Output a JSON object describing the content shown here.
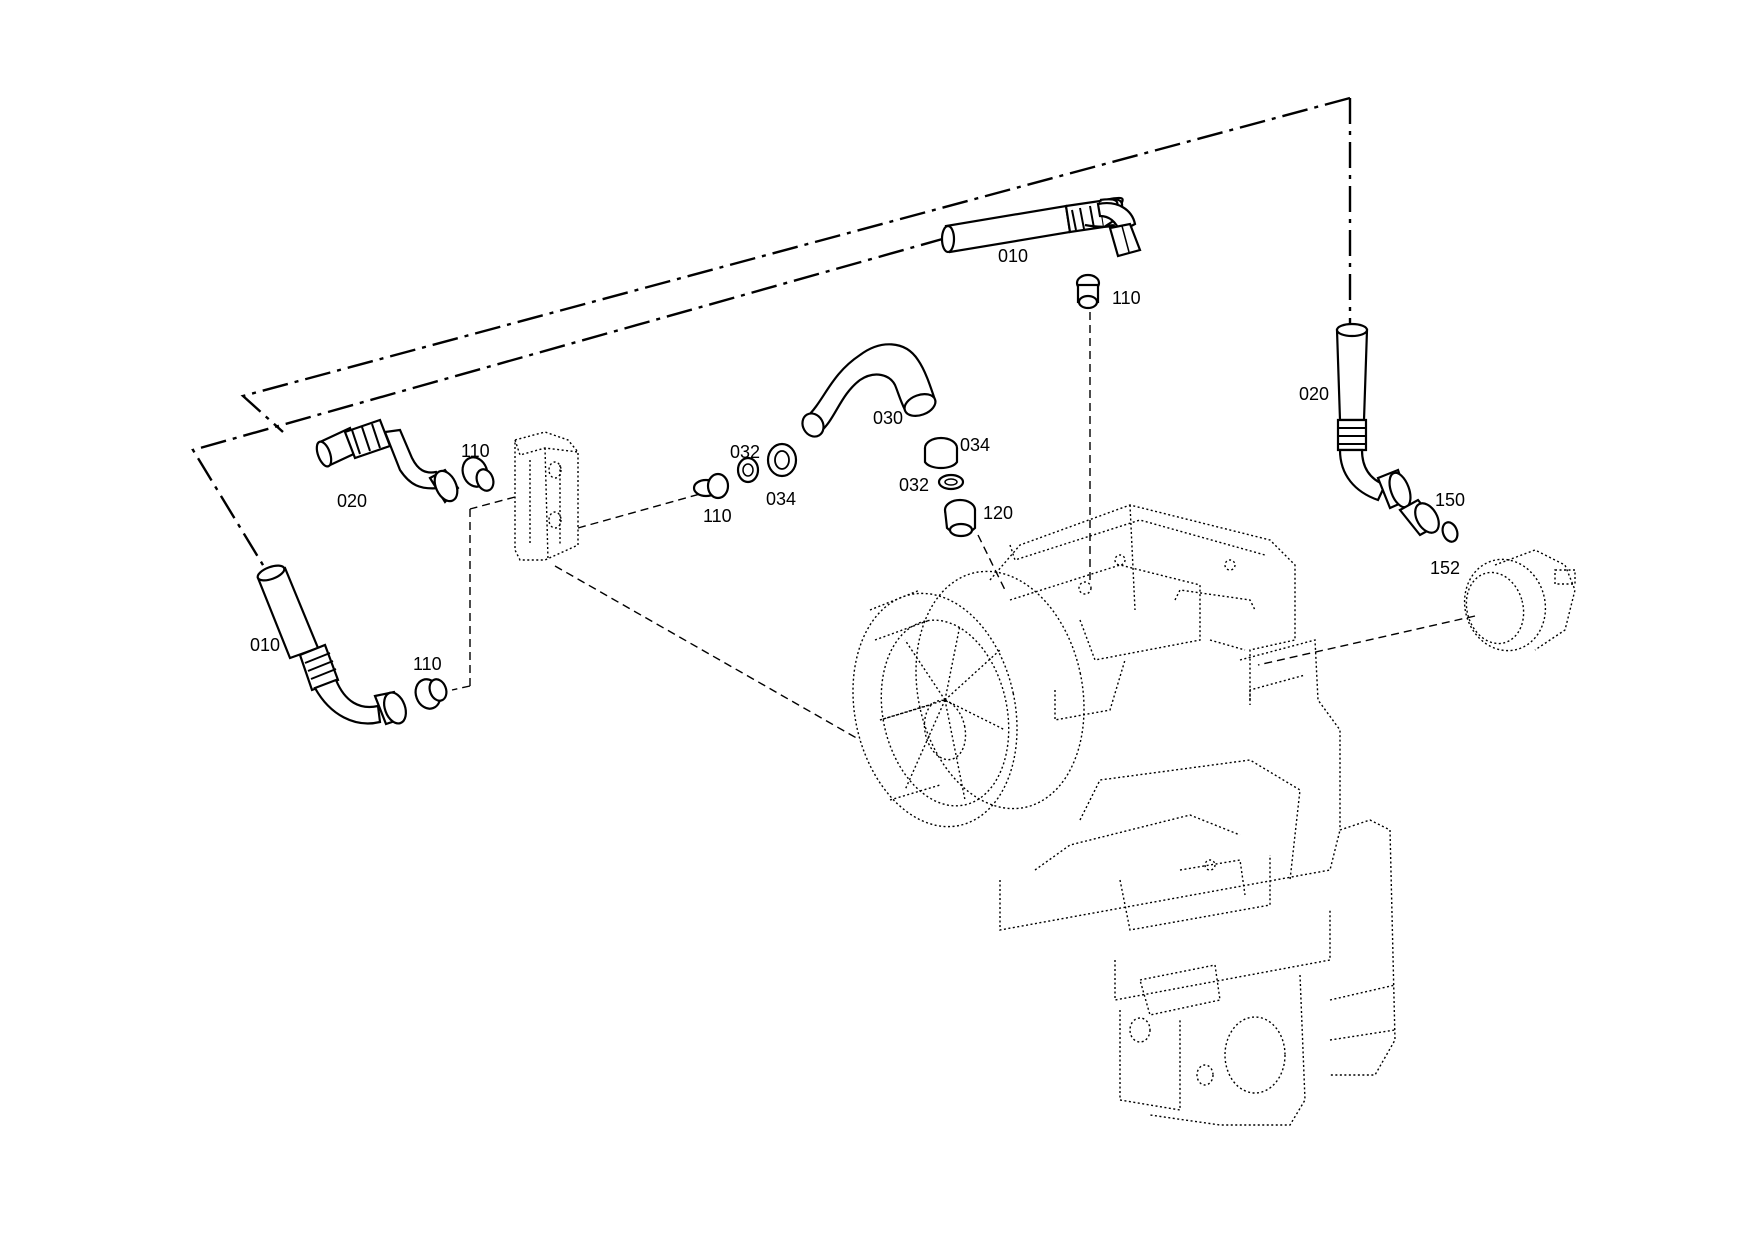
{
  "diagram": {
    "labels": {
      "hose_010_top": "010",
      "fitting_110_top": "110",
      "hose_020_right": "020",
      "hose_030": "030",
      "ring_034_right": "034",
      "ring_032_right": "032",
      "plug_120": "120",
      "fitting_150": "150",
      "ring_152": "152",
      "hose_020_left": "020",
      "fitting_110_left_top": "110",
      "ring_032_mid": "032",
      "fitting_110_mid": "110",
      "ring_034_mid": "034",
      "hose_010_left": "010",
      "fitting_110_left_bottom": "110"
    }
  }
}
